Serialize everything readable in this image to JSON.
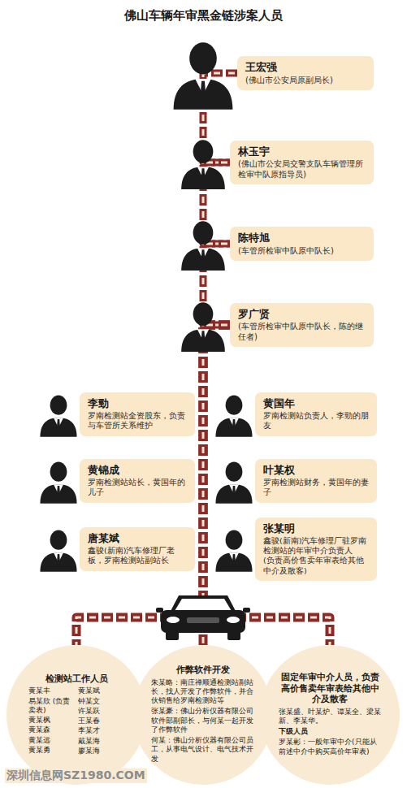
{
  "diagram": {
    "title": "佛山车辆年审黑金链涉案人员",
    "nodes": [
      {
        "text": [
          "王宏强",
          "(佛山市公安局原副局长)"
        ]
      },
      {
        "text": [
          "林玉宇",
          "(佛山市公安局交警支队车辆管理所检审中队原指导员)"
        ]
      },
      {
        "text": [
          "陈特旭",
          "(车管所检审中队原中队长)"
        ]
      },
      {
        "text": [
          "罗广贤",
          "(车管所检审中队原中队长，陈的继任者)"
        ]
      },
      {
        "text": [
          "李勁",
          "罗南检测站全资股东，负责与车管所关系维护"
        ]
      },
      {
        "text": [
          "黄国年",
          "罗南检测站负责人，李勁的朋友"
        ]
      },
      {
        "text": [
          "黄锦成",
          "罗南检测站站长，黄国年的儿子"
        ]
      },
      {
        "text": [
          "叶某权",
          "罗南检测站财务，黄国年的妻子"
        ]
      },
      {
        "text": [
          "唐某斌",
          "鑫骏(新南)汽车修理厂老板，罗南检测站副站长"
        ]
      },
      {
        "text": [
          "张某明",
          "鑫骏(新南)汽车修理厂驻罗南检测站的年审中介负责人",
          "(负责高价售卖年审表给其他中介及散客)"
        ]
      },
      {
        "text": [
          "检测站工作人员",
          "黄某丰",
          "易某欣 (负责卖表)",
          "黄某枫",
          "黄某森",
          "黄某远",
          "黄某勇",
          "黄某斌",
          "钟某文",
          "许某跃",
          "王某春",
          "李某才",
          "戴某海",
          "廖某海"
        ]
      },
      {
        "text": [
          "作弊软件开发",
          "朱某略：南庄禅顺通检测站副站长，找人开发了作弊软件，并合伙销售给罗南检测站等",
          "张某豪：佛山分析仪器有限公司软件部副部长，与何某一起开发了作弊软件",
          "何某：佛山分析仪器有限公司员工，从事电气设计、电气技术开发"
        ]
      },
      {
        "text": [
          "固定年审中介人员，负责高价售卖年审表给其他中介及散客",
          "张某盛、叶某炉、谭某全、梁某新、李某华。",
          "下级人员",
          "罗某彬：一般年审中介(只能从前述中介中购买高价年审表)"
        ]
      }
    ],
    "edges": [
      {
        "from": 0,
        "to": 1,
        "arrow": "none"
      },
      {
        "from": 1,
        "to": 2,
        "arrow": "none"
      },
      {
        "from": 2,
        "to": 3,
        "arrow": "none"
      },
      {
        "from": 3,
        "to": 10,
        "arrow": "none"
      },
      {
        "from": 3,
        "to": 11,
        "arrow": "none"
      },
      {
        "from": 3,
        "to": 12,
        "arrow": "none"
      }
    ],
    "labels": [
      "深圳信息网SZ1980.COM"
    ]
  }
}
